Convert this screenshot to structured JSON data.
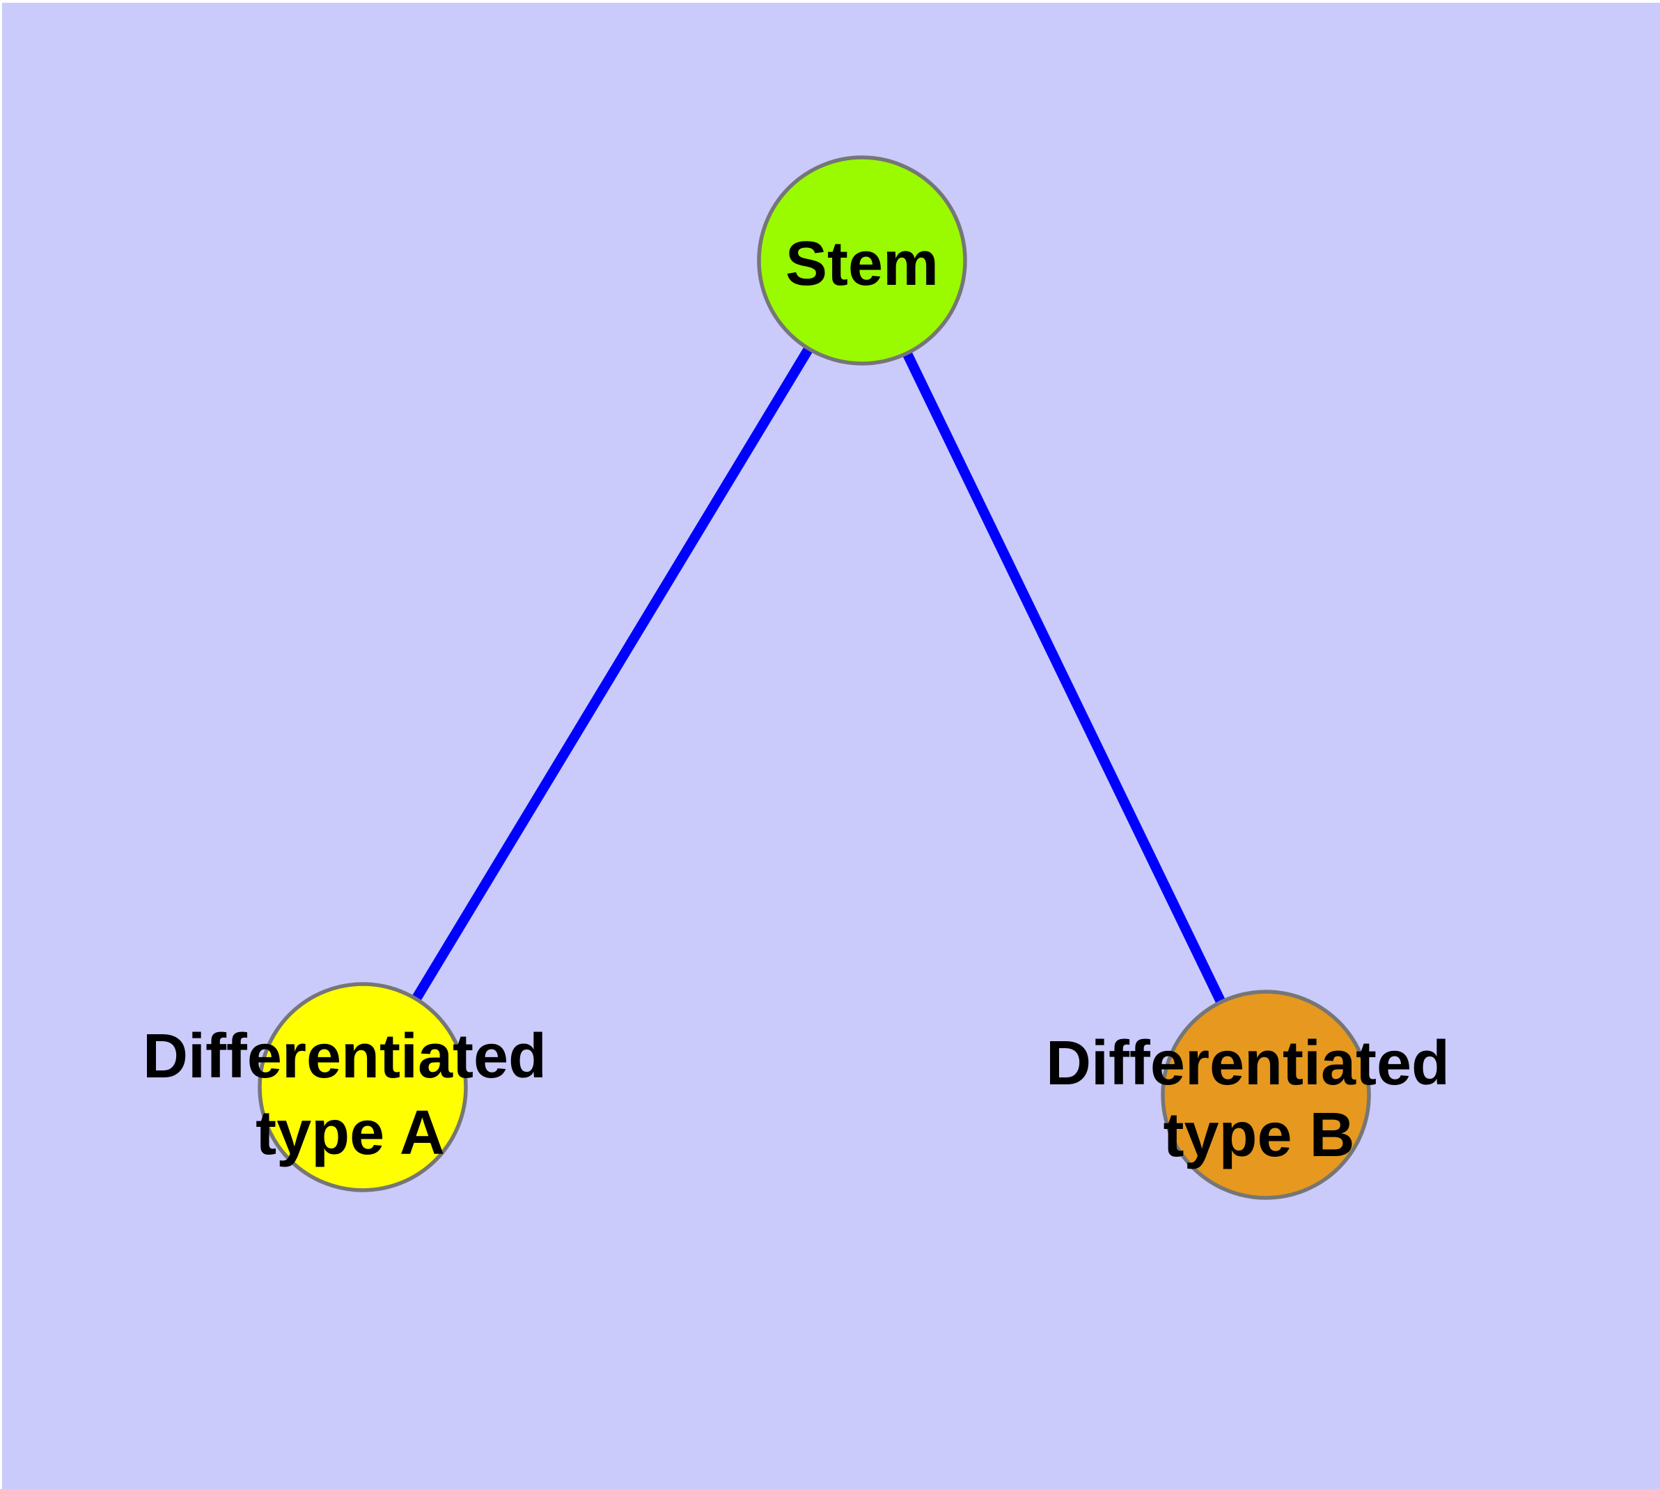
{
  "diagram": {
    "type": "node-link-graph",
    "background_color": "#CACAFB",
    "margin_color": "#FFFFFF",
    "edge_color": "#0000FF",
    "node_border_color": "#767676",
    "label_color": "#000000",
    "nodes": [
      {
        "id": "stem",
        "label": "Stem",
        "label_line1": "Stem",
        "label_line2": "",
        "fill": "#9AFA00"
      },
      {
        "id": "differentiated-type-a",
        "label": "Differentiated type A",
        "label_line1": "Differentiated",
        "label_line2": "type A",
        "fill": "#FFFF00"
      },
      {
        "id": "differentiated-type-b",
        "label": "Differentiated type B",
        "label_line1": "Differentiated",
        "label_line2": "type B",
        "fill": "#E6991E"
      }
    ],
    "edges": [
      {
        "from": "Stem",
        "to": "Differentiated type A"
      },
      {
        "from": "Stem",
        "to": "Differentiated type B"
      }
    ]
  }
}
